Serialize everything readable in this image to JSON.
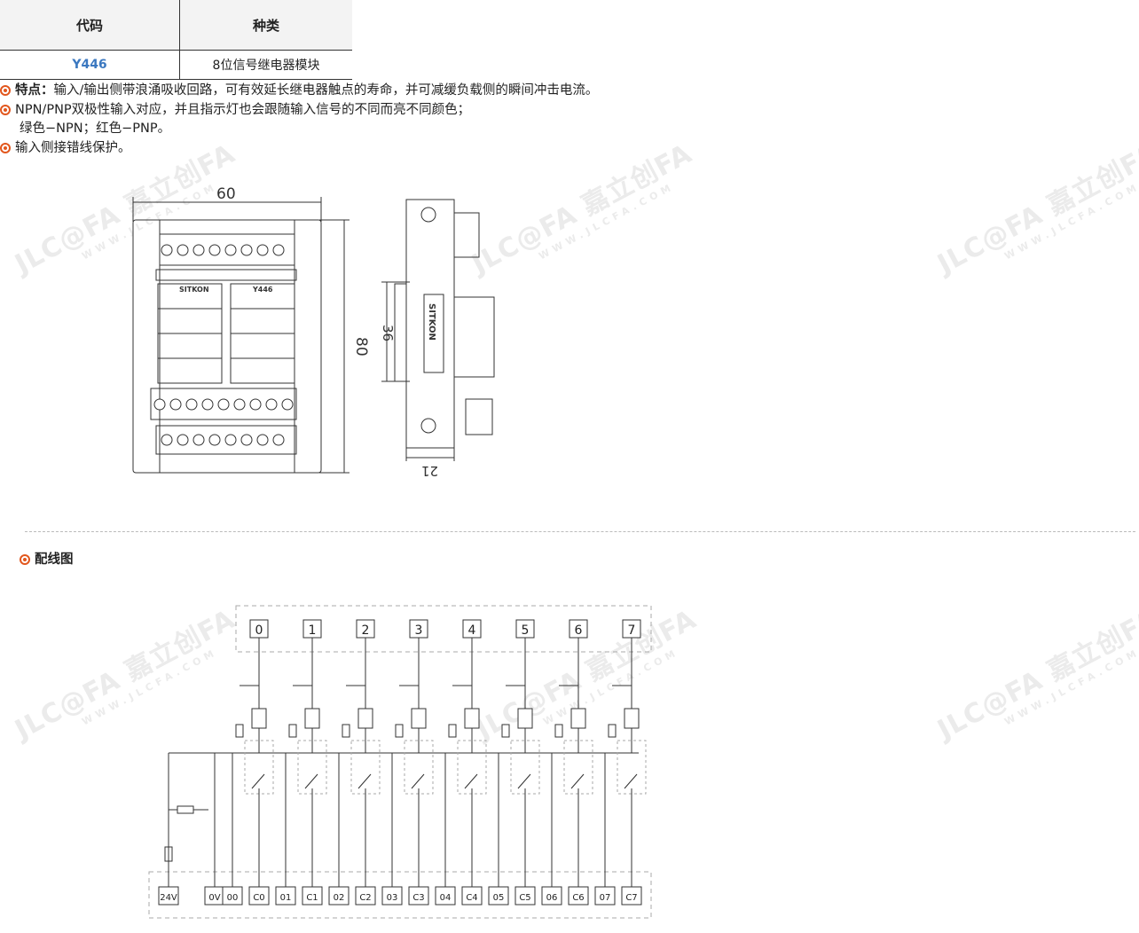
{
  "table": {
    "headers": [
      "代码",
      "种类"
    ],
    "rows": [
      {
        "code": "Y446",
        "type": "8位信号继电器模块"
      }
    ]
  },
  "features": {
    "f1_label": "特点：",
    "f1_text": "输入/输出侧带浪涌吸收回路，可有效延长继电器触点的寿命，并可减缓负载侧的瞬间冲击电流。",
    "f2_line1": "NPN/PNP双极性输入对应，并且指示灯也会跟随输入信号的不同而亮不同颜色；",
    "f2_line2": "绿色−NPN；红色−PNP。",
    "f3_text": "输入侧接错线保护。"
  },
  "drawing": {
    "width": "60",
    "height": "80",
    "rail": "36",
    "depth": "21",
    "front_brand": "SITKON",
    "front_model": "Y446",
    "side_brand": "SITKON"
  },
  "section": {
    "wiring_title": "配线图"
  },
  "wiring": {
    "top_terminals": [
      "0",
      "1",
      "2",
      "3",
      "4",
      "5",
      "6",
      "7"
    ],
    "bottom_terminals": [
      "24V",
      "0V",
      "00",
      "C0",
      "01",
      "C1",
      "02",
      "C2",
      "03",
      "C3",
      "04",
      "C4",
      "05",
      "C5",
      "06",
      "C6",
      "07",
      "C7"
    ]
  },
  "watermark": {
    "brand": "JLC@FA 嘉立创FA",
    "site": "WWW.JLCFA.COM"
  },
  "colors": {
    "accent": "#e2571d",
    "code": "#3b78c0",
    "line": "#333333"
  }
}
